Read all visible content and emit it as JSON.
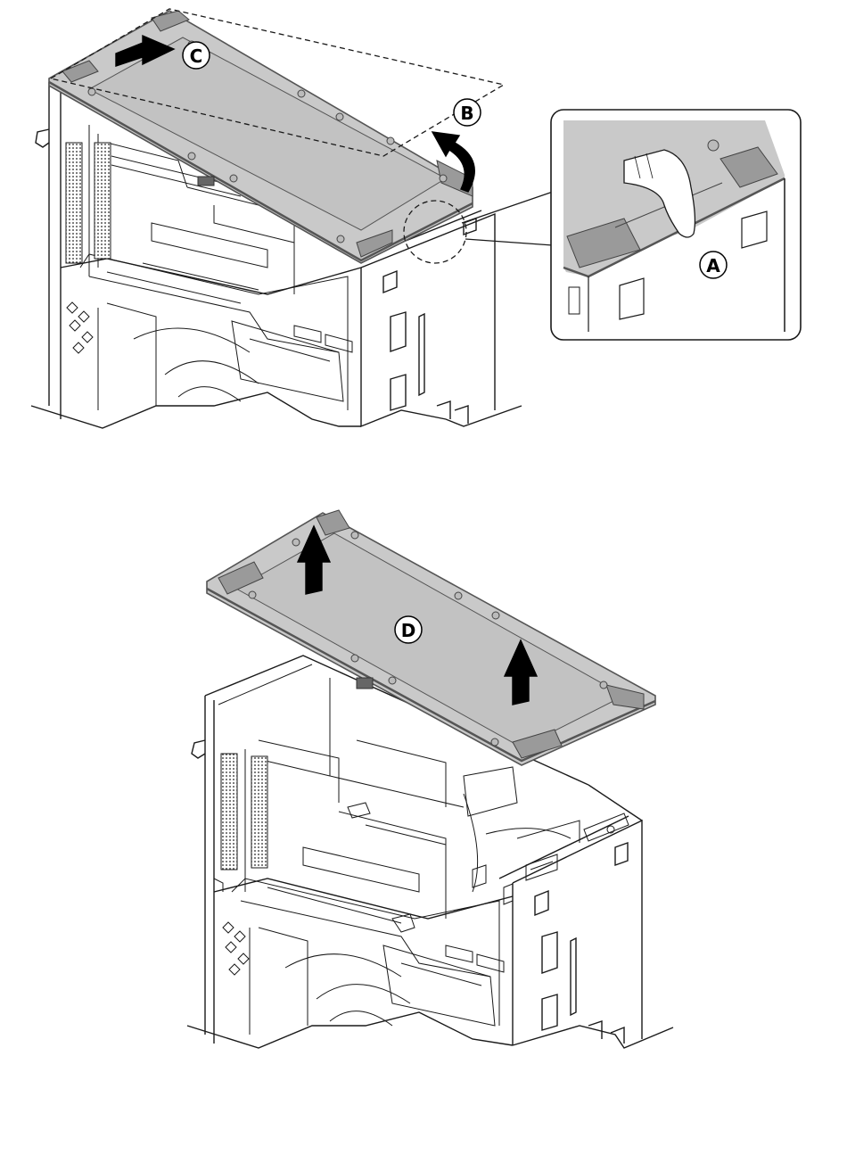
{
  "figure": {
    "callouts": {
      "a": "A",
      "b": "B",
      "c": "C",
      "d": "D"
    },
    "colors": {
      "panel_fill": "#c9c9c9",
      "panel_edge": "#555555",
      "line": "#1a1a1a",
      "background": "#ffffff"
    },
    "steps": [
      {
        "name": "top-step",
        "description_icons": [
          "push-arrow-icon",
          "curved-lift-arrow-icon"
        ]
      },
      {
        "name": "bottom-step",
        "description_icons": [
          "lift-arrow-icon",
          "lift-arrow-icon"
        ]
      }
    ]
  }
}
